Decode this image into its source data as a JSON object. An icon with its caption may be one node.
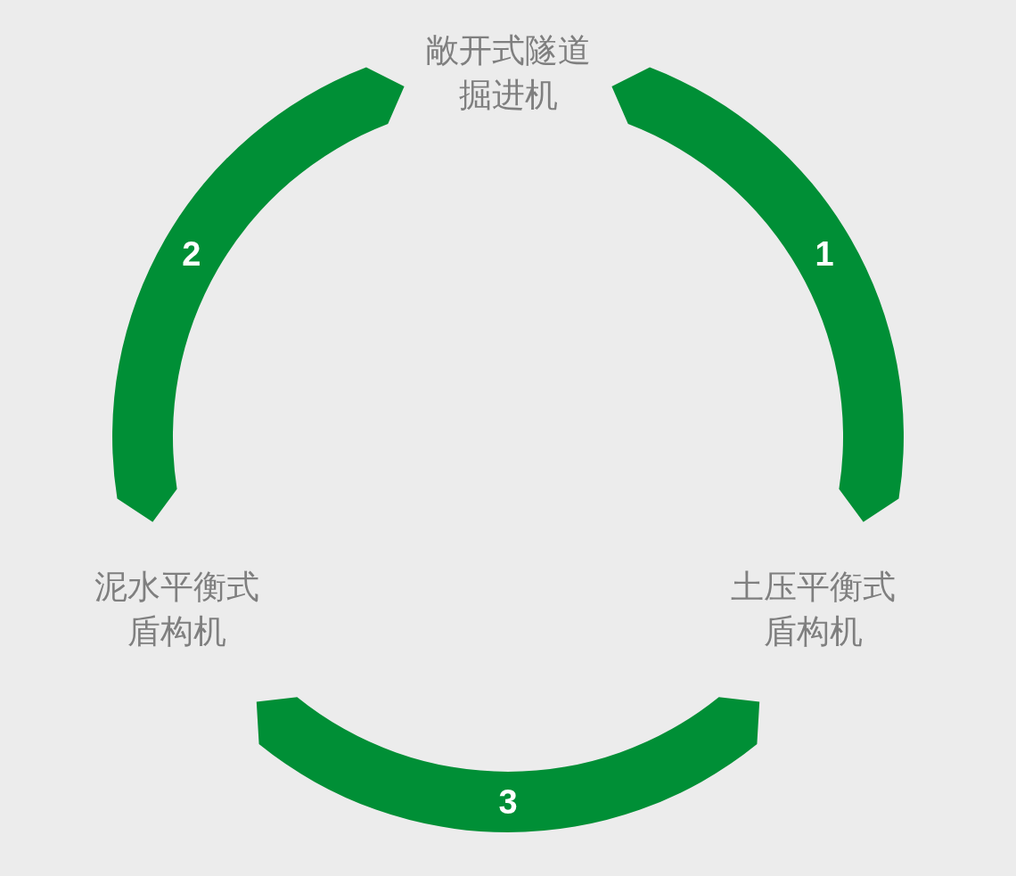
{
  "diagram": {
    "nodes": [
      {
        "text": [
          "敞开式隧道掘进机"
        ]
      },
      {
        "text": [
          "土压平衡式盾构机"
        ]
      },
      {
        "text": [
          "泥水平衡式盾构机"
        ]
      }
    ],
    "edges": [
      {
        "from": 0,
        "to": 1,
        "arrow": "none",
        "label": "1"
      },
      {
        "from": 0,
        "to": 2,
        "arrow": "none",
        "label": "2"
      },
      {
        "from": 1,
        "to": 2,
        "arrow": "none",
        "label": "3"
      }
    ]
  }
}
